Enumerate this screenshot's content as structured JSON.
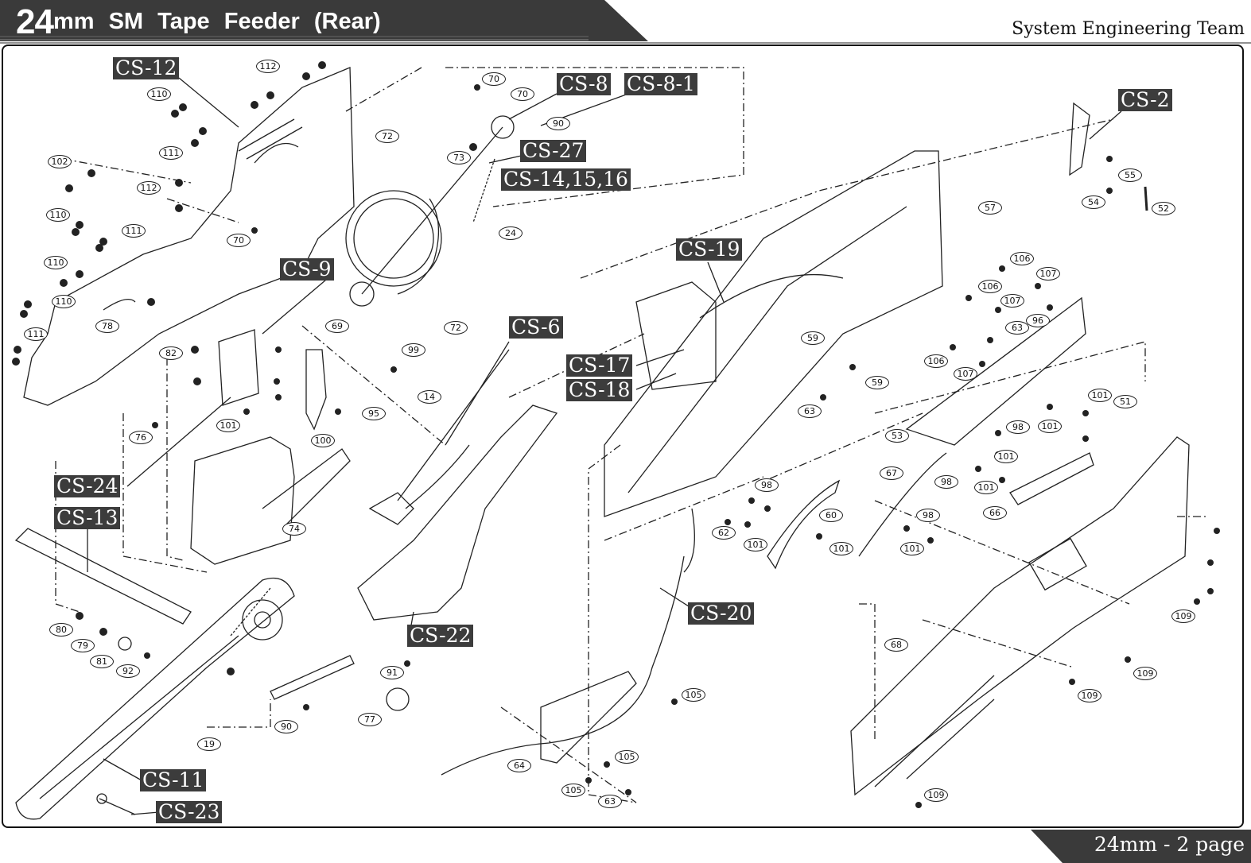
{
  "header": {
    "title_big": "24",
    "title_rest": "mm  SM  Tape  Feeder  (Rear)",
    "team": "System Engineering Team"
  },
  "footer": {
    "page": "24mm - 2 page"
  },
  "colors": {
    "banner": "#3a3a3a",
    "label_bg": "#3c3c3c",
    "label_text": "#ffffff",
    "line": "#222222"
  },
  "assemblies": [
    "CS-12",
    "CS-8",
    "CS-8-1",
    "CS-2",
    "CS-27",
    "CS-14,15,16",
    "CS-9",
    "CS-19",
    "CS-6",
    "CS-17",
    "CS-18",
    "CS-24",
    "CS-13",
    "CS-20",
    "CS-22",
    "CS-11",
    "CS-23"
  ],
  "parts": [
    "112",
    "110",
    "111",
    "102",
    "112",
    "110",
    "111",
    "110",
    "110",
    "111",
    "70",
    "70",
    "90",
    "72",
    "73",
    "70",
    "24",
    "55",
    "54",
    "52",
    "57",
    "106",
    "107",
    "106",
    "107",
    "96",
    "63",
    "78",
    "82",
    "69",
    "99",
    "72",
    "14",
    "95",
    "101",
    "100",
    "59",
    "59",
    "106",
    "107",
    "63",
    "101",
    "51",
    "98",
    "101",
    "53",
    "67",
    "101",
    "98",
    "101",
    "66",
    "76",
    "98",
    "62",
    "101",
    "60",
    "101",
    "98",
    "101",
    "74",
    "109",
    "80",
    "79",
    "81",
    "92",
    "91",
    "90",
    "77",
    "19",
    "105",
    "68",
    "109",
    "109",
    "105",
    "64",
    "105",
    "63",
    "109"
  ]
}
